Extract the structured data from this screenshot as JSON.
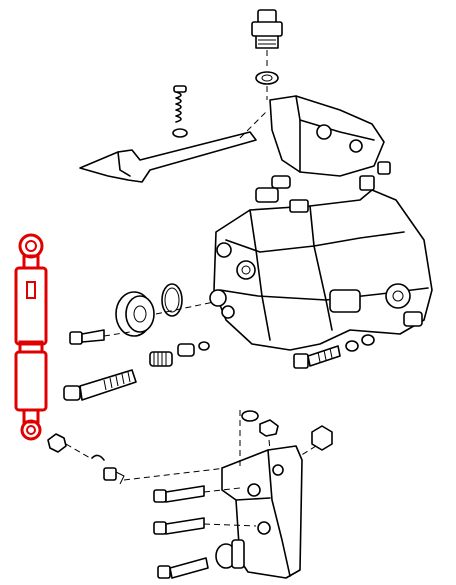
{
  "diagram": {
    "highlight_color": "#e00000",
    "line_color": "#000000",
    "background": "#ffffff",
    "highlighted_part": "damper-shock-absorber",
    "parts": [
      "injector-nozzle",
      "sealing-washer",
      "spring",
      "bracket-plate",
      "injection-pump-body",
      "drive-gear-sprocket",
      "o-ring",
      "bolts",
      "hollow-bolt",
      "mounting-bracket",
      "nuts",
      "damper-shock-absorber"
    ]
  }
}
